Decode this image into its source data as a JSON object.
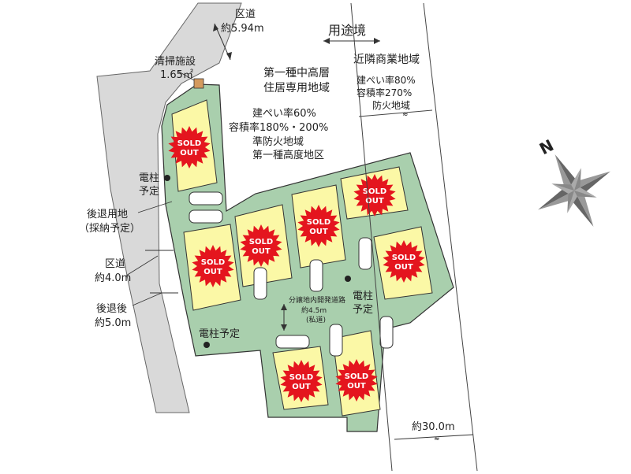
{
  "labels": {
    "road_top": "区道",
    "road_top_width": "約5.94m",
    "cleaning_facility": "清掃施設",
    "cleaning_area": "1.65㎡",
    "zoning_title": "用途境",
    "zone_left_l1": "第一種中高層",
    "zone_left_l2": "住居専用地域",
    "zone_left_r1": "建ぺい率60%",
    "zone_left_r2": "容積率180%・200%",
    "zone_left_r3": "準防火地域",
    "zone_left_r4": "第一種高度地区",
    "zone_right_title": "近隣商業地域",
    "zone_right_r1": "建ぺい率80%",
    "zone_right_r2": "容積率270%",
    "zone_right_r3": "防火地域",
    "pole_1_l1": "電柱",
    "pole_1_l2": "予定",
    "setback_l1": "後退用地",
    "setback_l2": "（採納予定）",
    "road_left_l1": "区道",
    "road_left_l2": "約4.0m",
    "after_setback_l1": "後退後",
    "after_setback_l2": "約5.0m",
    "pole_2_l1": "電柱",
    "pole_2_l2": "予定",
    "private_road_l1": "分譲地内開発道路",
    "private_road_l2": "約4.5m",
    "private_road_l3": "(私道)",
    "pole_3": "電柱予定",
    "road_bottom_width": "約30.0m",
    "north": "N"
  },
  "badge": {
    "line1": "SOLD",
    "line2": "OUT"
  },
  "lots": [
    {
      "status": "sold"
    },
    {
      "status": "sold"
    },
    {
      "status": "sold"
    },
    {
      "status": "sold"
    },
    {
      "status": "sold"
    },
    {
      "status": "sold"
    },
    {
      "status": "sold"
    },
    {
      "status": "sold"
    },
    {
      "status": "sold"
    }
  ],
  "colors": {
    "road": "#d9d9d9",
    "site": "#a9cfad",
    "lot": "#fbf8a6",
    "sold_badge": "#e4151e",
    "facility": "#d49a5e"
  }
}
